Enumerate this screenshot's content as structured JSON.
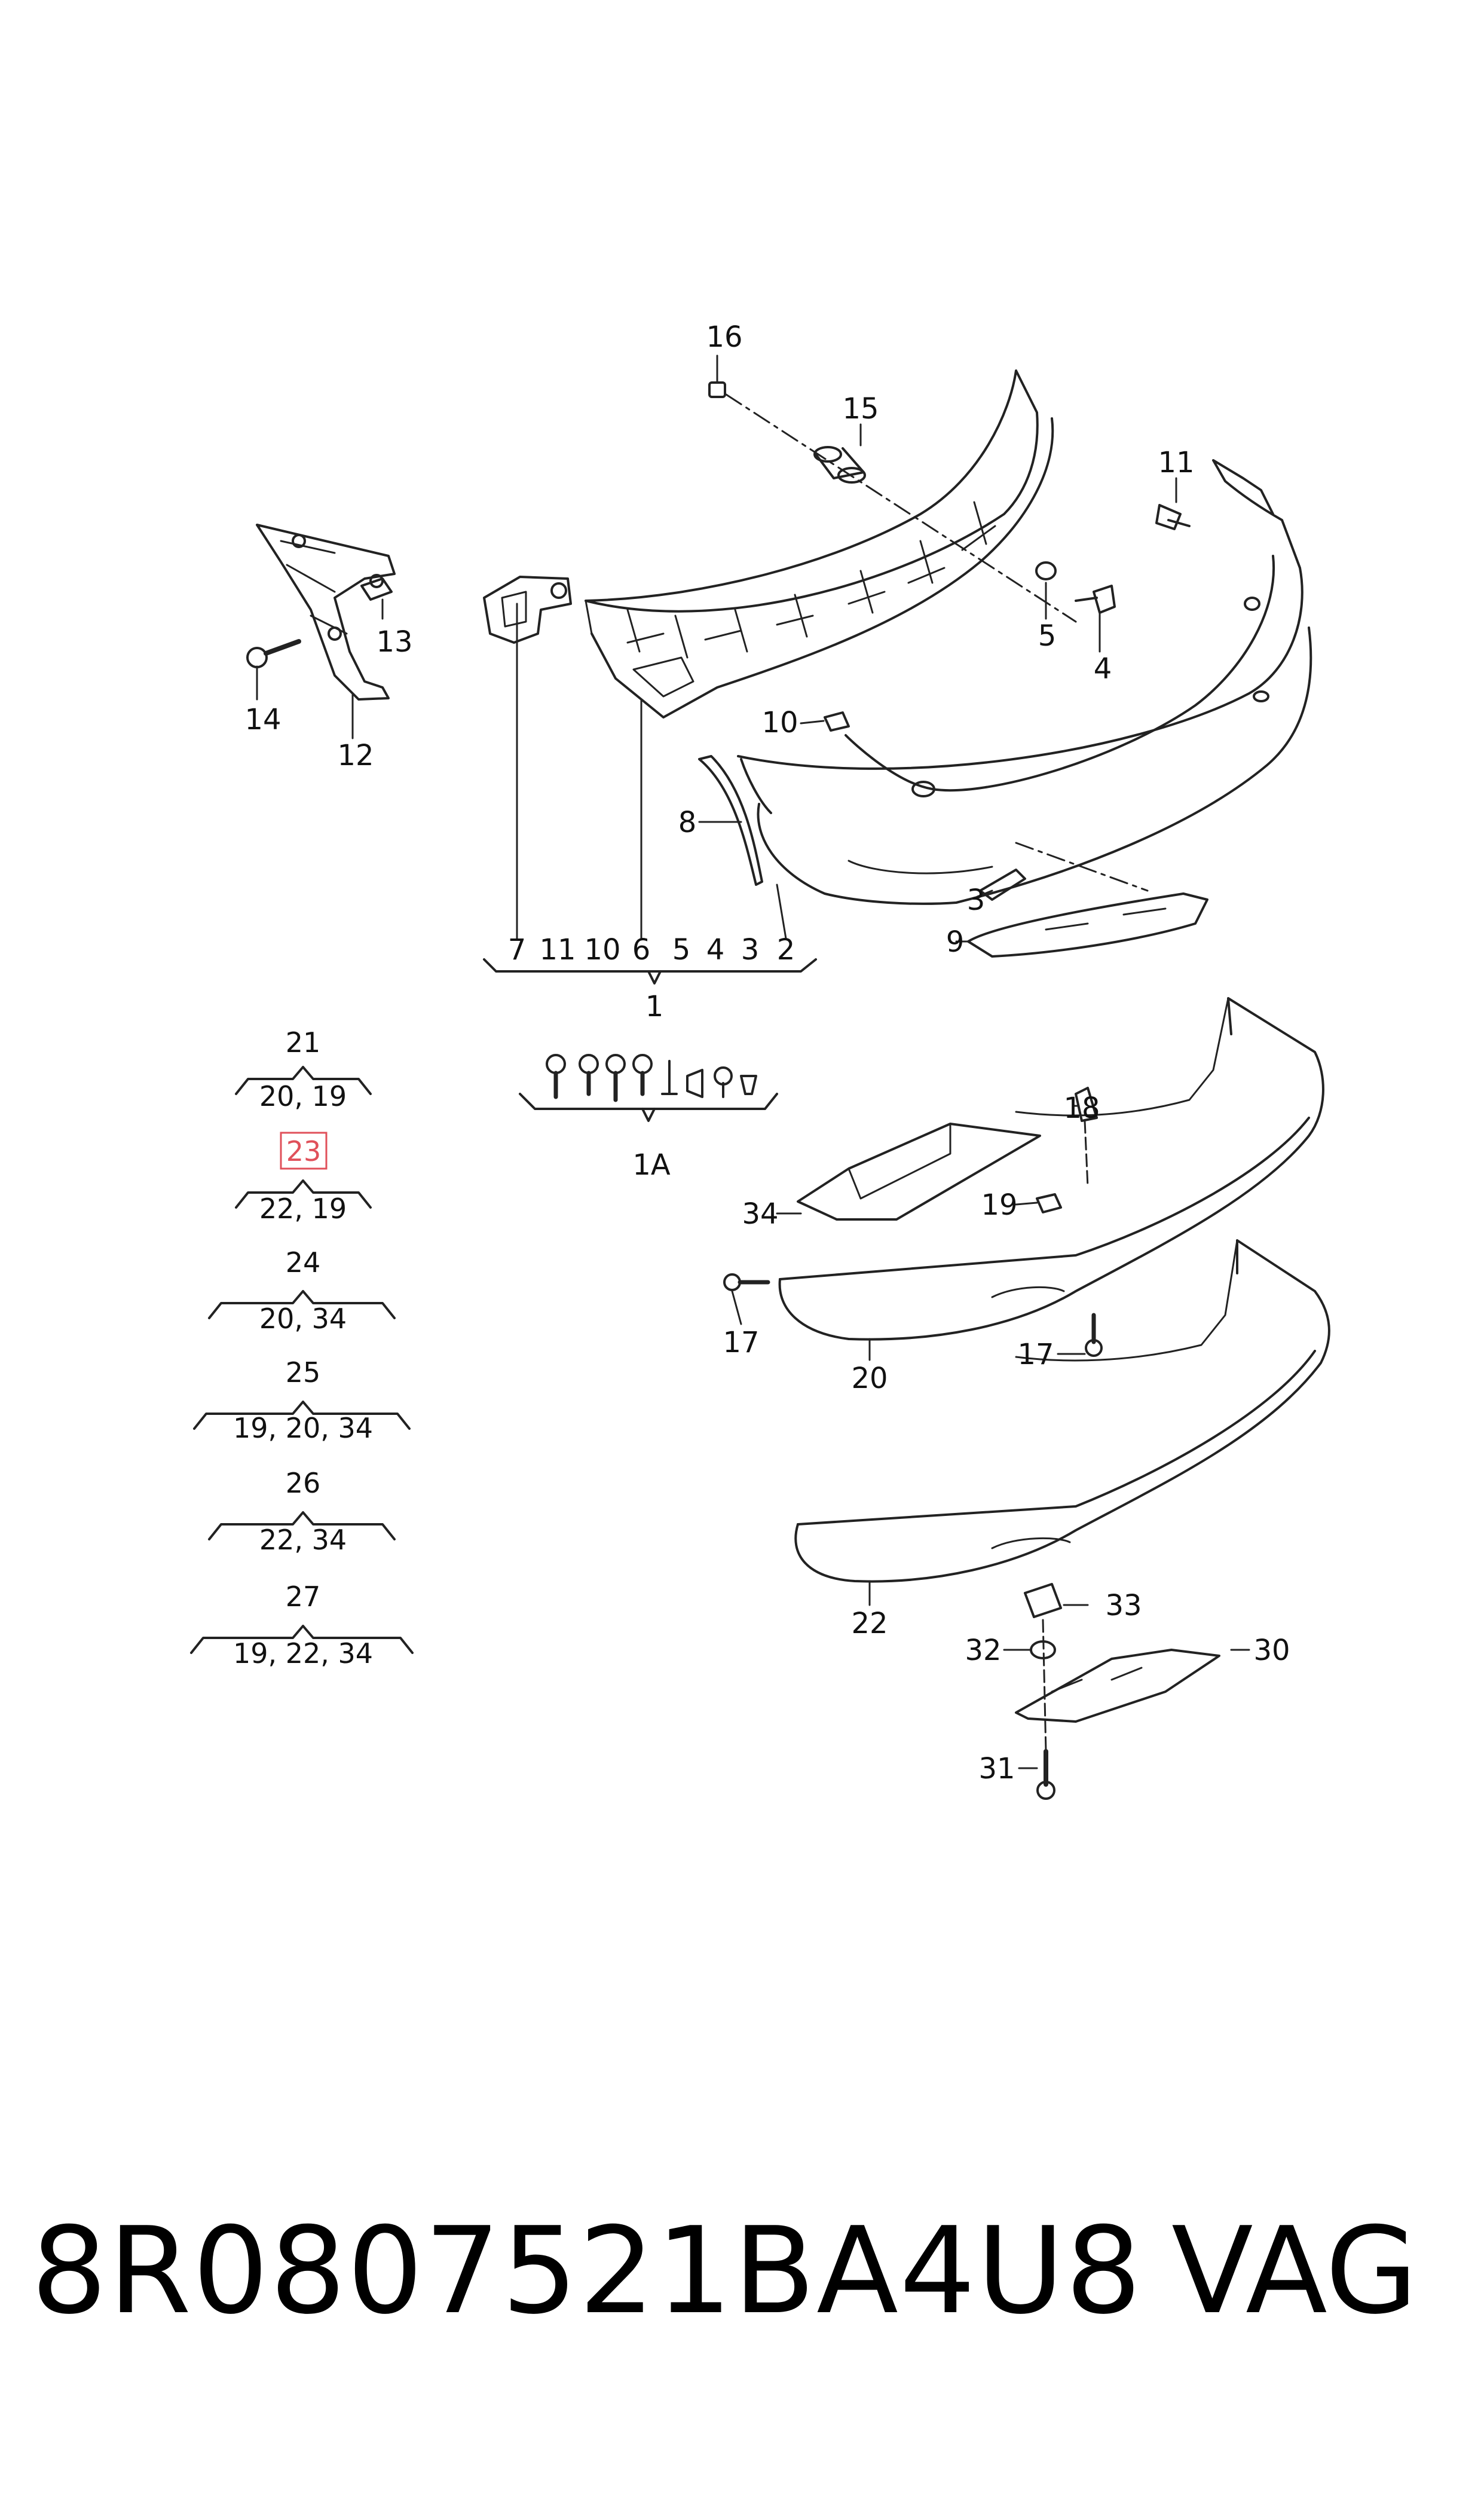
{
  "callouts": {
    "c1": "1",
    "c1a": "1A",
    "c2": "2",
    "c3": "3",
    "c4": "4",
    "c5": "5",
    "c6": "6",
    "c7": "7",
    "c8": "8",
    "c9": "9",
    "c10": "10",
    "c11": "11",
    "c12": "12",
    "c13": "13",
    "c14": "14",
    "c15": "15",
    "c16": "16",
    "c17a": "17",
    "c17b": "17",
    "c18": "18",
    "c19": "19",
    "c20": "20",
    "c22": "22",
    "c30": "30",
    "c31": "31",
    "c32": "32",
    "c33": "33",
    "c34": "34"
  },
  "group1_items": [
    "7",
    "11",
    "10",
    "6",
    "5",
    "4",
    "3",
    "2"
  ],
  "variant_groups": [
    {
      "label": "21",
      "items": "20, 19",
      "highlighted": false
    },
    {
      "label": "23",
      "items": "22, 19",
      "highlighted": true
    },
    {
      "label": "24",
      "items": "20, 34",
      "highlighted": false
    },
    {
      "label": "25",
      "items": "19, 20, 34",
      "highlighted": false
    },
    {
      "label": "26",
      "items": "22, 34",
      "highlighted": false
    },
    {
      "label": "27",
      "items": "19, 22, 34",
      "highlighted": false
    }
  ],
  "highlight_color": "#e0505a",
  "footer": {
    "part_number": "8R0807521BA4U8",
    "brand": "VAG"
  }
}
